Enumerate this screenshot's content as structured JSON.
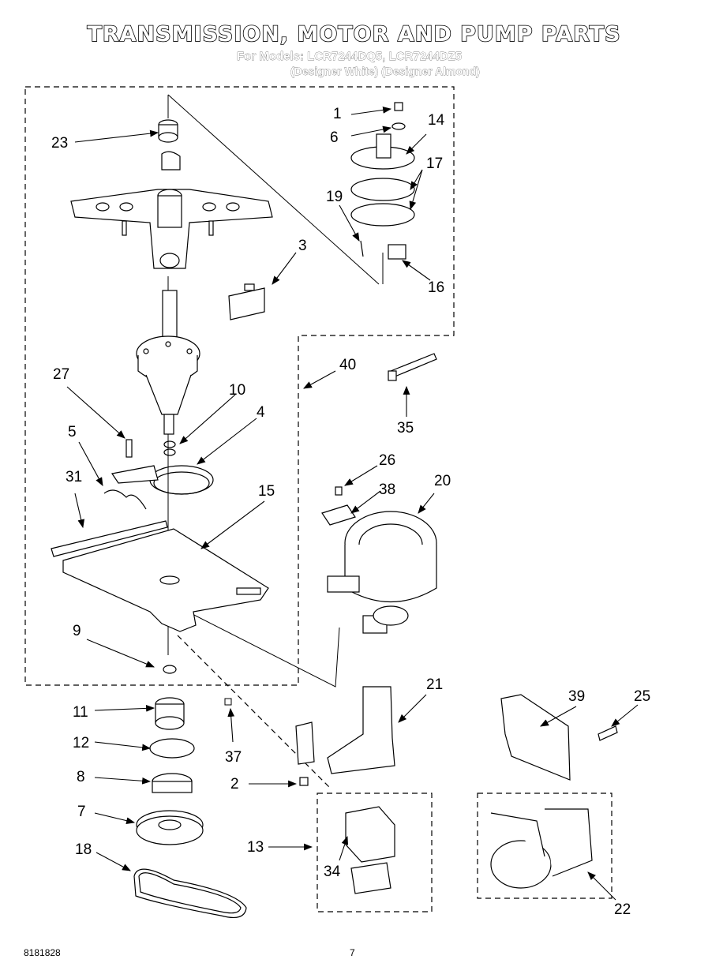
{
  "title": "TRANSMISSION,   MOTOR AND PUMP PARTS",
  "models_line": "For Models: LCR7244DQ5, LCR7244DZ5",
  "colors_line": "(Designer White)   (Designer Almond)",
  "footer_left": "8181828",
  "footer_page": "7",
  "callouts": {
    "c1": "1",
    "c2": "2",
    "c3": "3",
    "c4": "4",
    "c5": "5",
    "c6": "6",
    "c7": "7",
    "c8": "8",
    "c9": "9",
    "c10": "10",
    "c11": "11",
    "c12": "12",
    "c13": "13",
    "c14": "14",
    "c15": "15",
    "c16": "16",
    "c17": "17",
    "c18": "18",
    "c19": "19",
    "c20": "20",
    "c21": "21",
    "c22": "22",
    "c23": "23",
    "c25": "25",
    "c26": "26",
    "c27": "27",
    "c31": "31",
    "c34": "34",
    "c35": "35",
    "c37": "37",
    "c38": "38",
    "c39": "39",
    "c40": "40"
  }
}
